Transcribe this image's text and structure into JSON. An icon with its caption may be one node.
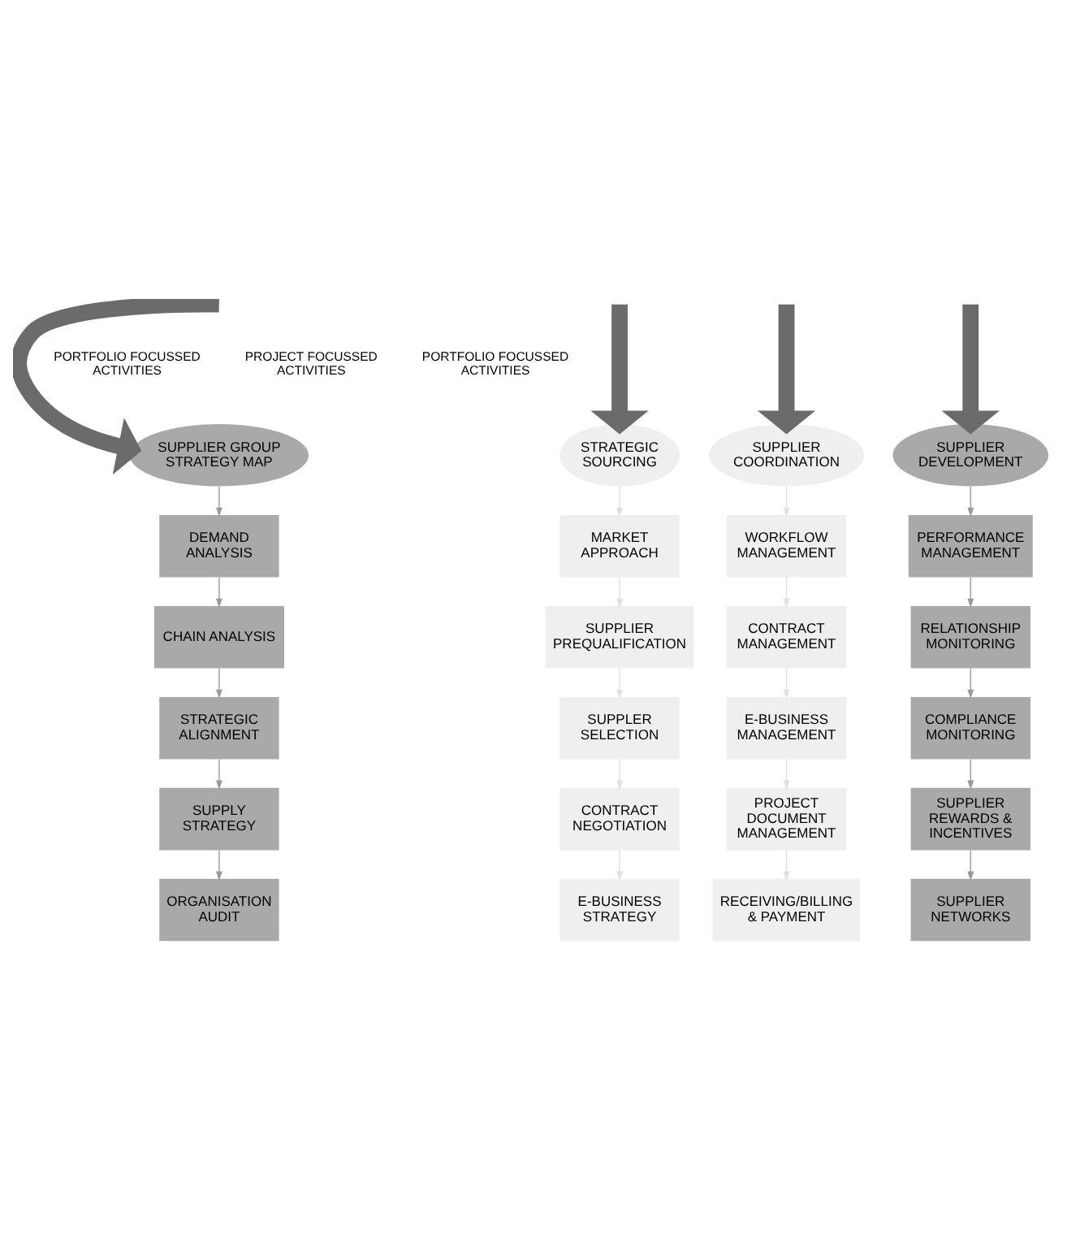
{
  "diagram": {
    "nodes": [
      {
        "text": [
          "SUPPLIER GROUP STRATEGY MAP"
        ]
      },
      {
        "text": [
          "DEMAND ANALYSIS"
        ]
      },
      {
        "text": [
          "CHAIN ANALYSIS"
        ]
      },
      {
        "text": [
          "STRATEGIC ALIGNMENT"
        ]
      },
      {
        "text": [
          "SUPPLY STRATEGY"
        ]
      },
      {
        "text": [
          "ORGANISATION AUDIT"
        ]
      },
      {
        "text": [
          "STRATEGIC SOURCING"
        ]
      },
      {
        "text": [
          "MARKET APPROACH"
        ]
      },
      {
        "text": [
          "SUPPLIER PREQUALIFICATION"
        ]
      },
      {
        "text": [
          "SUPPLER SELECTION"
        ]
      },
      {
        "text": [
          "CONTRACT NEGOTIATION"
        ]
      },
      {
        "text": [
          "E-BUSINESS STRATEGY"
        ]
      },
      {
        "text": [
          "SUPPLIER COORDINATION"
        ]
      },
      {
        "text": [
          "WORKFLOW MANAGEMENT"
        ]
      },
      {
        "text": [
          "CONTRACT MANAGEMENT"
        ]
      },
      {
        "text": [
          "E-BUSINESS MANAGEMENT"
        ]
      },
      {
        "text": [
          "PROJECT DOCUMENT MANAGEMENT"
        ]
      },
      {
        "text": [
          "RECEIVING/BILLING & PAYMENT"
        ]
      },
      {
        "text": [
          "SUPPLIER DEVELOPMENT"
        ]
      },
      {
        "text": [
          "PERFORMANCE MANAGEMENT"
        ]
      },
      {
        "text": [
          "RELATIONSHIP MONITORING"
        ]
      },
      {
        "text": [
          "COMPLIANCE MONITORING"
        ]
      },
      {
        "text": [
          "SUPPLIER REWARDS & INCENTIVES"
        ]
      },
      {
        "text": [
          "SUPPLIER NETWORKS"
        ]
      }
    ],
    "edges": [
      {
        "from": null,
        "to": 0,
        "arrow": "to",
        "style": "thick"
      },
      {
        "from": null,
        "to": 6,
        "arrow": "to",
        "style": "thick"
      },
      {
        "from": null,
        "to": 12,
        "arrow": "to",
        "style": "thick"
      },
      {
        "from": null,
        "to": 18,
        "arrow": "to",
        "style": "thick"
      },
      {
        "from": 0,
        "to": 1,
        "arrow": "to"
      },
      {
        "from": 1,
        "to": 2,
        "arrow": "to"
      },
      {
        "from": 2,
        "to": 3,
        "arrow": "to"
      },
      {
        "from": 3,
        "to": 4,
        "arrow": "to"
      },
      {
        "from": 4,
        "to": 5,
        "arrow": "to"
      },
      {
        "from": 6,
        "to": 7,
        "arrow": "to",
        "color": "#e0e0e0"
      },
      {
        "from": 7,
        "to": 8,
        "arrow": "to",
        "color": "#e0e0e0"
      },
      {
        "from": 8,
        "to": 9,
        "arrow": "to",
        "color": "#e0e0e0"
      },
      {
        "from": 9,
        "to": 10,
        "arrow": "to",
        "color": "#e0e0e0"
      },
      {
        "from": 10,
        "to": 11,
        "arrow": "to",
        "color": "#e0e0e0"
      },
      {
        "from": 12,
        "to": 13,
        "arrow": "to",
        "color": "#e0e0e0"
      },
      {
        "from": 13,
        "to": 14,
        "arrow": "to",
        "color": "#e0e0e0"
      },
      {
        "from": 14,
        "to": 15,
        "arrow": "to",
        "color": "#e0e0e0"
      },
      {
        "from": 15,
        "to": 16,
        "arrow": "to",
        "color": "#e0e0e0"
      },
      {
        "from": 16,
        "to": 17,
        "arrow": "to",
        "color": "#e0e0e0"
      },
      {
        "from": 18,
        "to": 19,
        "arrow": "to"
      },
      {
        "from": 19,
        "to": 20,
        "arrow": "to"
      },
      {
        "from": 20,
        "to": 21,
        "arrow": "to"
      },
      {
        "from": 21,
        "to": 22,
        "arrow": "to"
      },
      {
        "from": 22,
        "to": 23,
        "arrow": "to"
      }
    ],
    "labels": [
      "PORTFOLIO FOCUSSED ACTIVITIES",
      "PROJECT FOCUSSED ACTIVITIES",
      "PORTFOLIO FOCUSSED ACTIVITIES"
    ]
  }
}
